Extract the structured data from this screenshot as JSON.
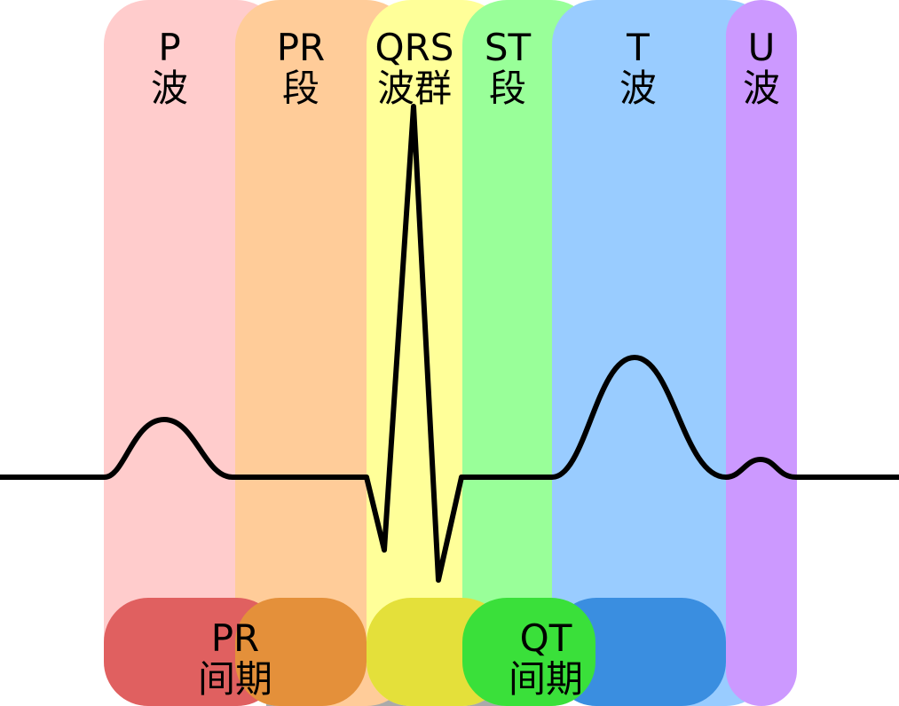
{
  "segments": {
    "p_wave": {
      "line1": "P",
      "line2": "波",
      "color": "#ffcccc"
    },
    "pr_seg": {
      "line1": "PR",
      "line2": "段",
      "color": "#ffcc99"
    },
    "qrs": {
      "line1": "QRS",
      "line2": "波群",
      "color": "#ffff99"
    },
    "st_seg": {
      "line1": "ST",
      "line2": "段",
      "color": "#99ff99"
    },
    "t_wave": {
      "line1": "T",
      "line2": "波",
      "color": "#99ccff"
    },
    "u_wave": {
      "line1": "U",
      "line2": "波",
      "color": "#cc99ff"
    }
  },
  "intervals": {
    "pr": {
      "line1": "PR",
      "line2": "间期"
    },
    "qt": {
      "line1": "QT",
      "line2": "间期"
    }
  },
  "interval_colors": {
    "pr_red": "#e06060",
    "pr_orange": "#e4903a",
    "qt_yellow": "#e4e03a",
    "qt_green": "#3ae03a",
    "qt_blue": "#3a8ee0",
    "shadow": "#aaaaaa",
    "trace": "#000000"
  }
}
